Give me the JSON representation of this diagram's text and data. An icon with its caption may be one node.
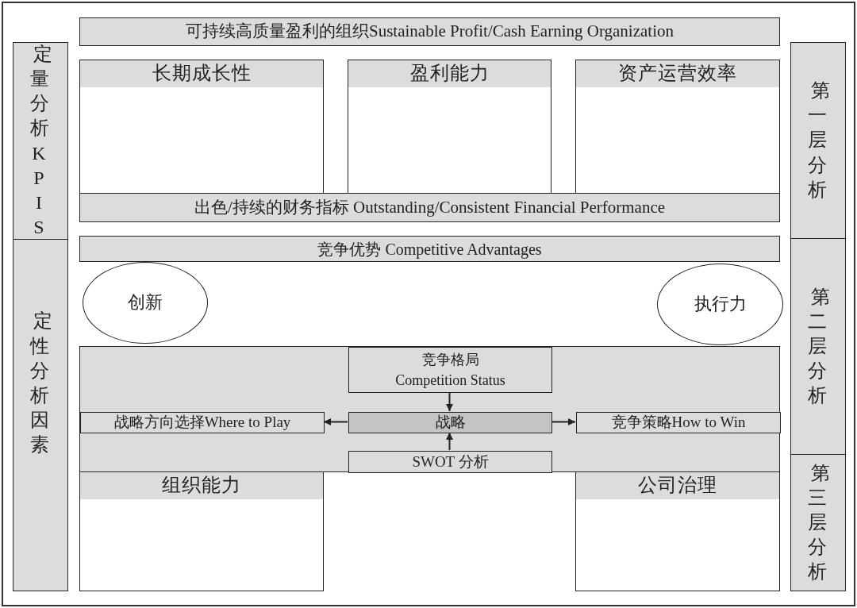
{
  "diagram": {
    "nodes": [
      {
        "text": [
          "可持续高质量盈利的组织Sustainable Profit/Cash Earning Organization"
        ]
      },
      {
        "text": [
          "定量分析KPIS"
        ]
      },
      {
        "text": [
          "长期成长性"
        ]
      },
      {
        "text": [
          "盈利能力"
        ]
      },
      {
        "text": [
          "资产运营效率"
        ]
      },
      {
        "text": [
          "出色/持续的财务指标 Outstanding/Consistent Financial Performance"
        ]
      },
      {
        "text": [
          "第一层分析"
        ]
      },
      {
        "text": [
          "定性分析因素"
        ]
      },
      {
        "text": [
          "竞争优势 Competitive Advantages"
        ]
      },
      {
        "text": [
          "创新"
        ]
      },
      {
        "text": [
          "执行力"
        ]
      },
      {
        "text": [
          "第二层分析"
        ]
      },
      {
        "text": [],
        "shape": "box"
      },
      {
        "text": [
          "竞争格局 Competition Status"
        ],
        "in": 12
      },
      {
        "text": [
          "战略方向选择Where to Play"
        ],
        "in": 12
      },
      {
        "text": [
          "战略"
        ],
        "in": 12
      },
      {
        "text": [
          "竞争策略How to Win"
        ],
        "in": 12
      },
      {
        "text": [
          "SWOT 分析"
        ],
        "in": 12
      },
      {
        "text": [
          "组织能力"
        ]
      },
      {
        "text": [
          "公司治理"
        ]
      },
      {
        "text": [
          "第三层分析"
        ]
      }
    ],
    "edges": [
      {
        "from": 13,
        "to": 15,
        "arrow": "to"
      },
      {
        "from": 15,
        "to": 14,
        "arrow": "to"
      },
      {
        "from": 15,
        "to": 16,
        "arrow": "to"
      },
      {
        "from": 17,
        "to": 15,
        "arrow": "to"
      }
    ]
  }
}
